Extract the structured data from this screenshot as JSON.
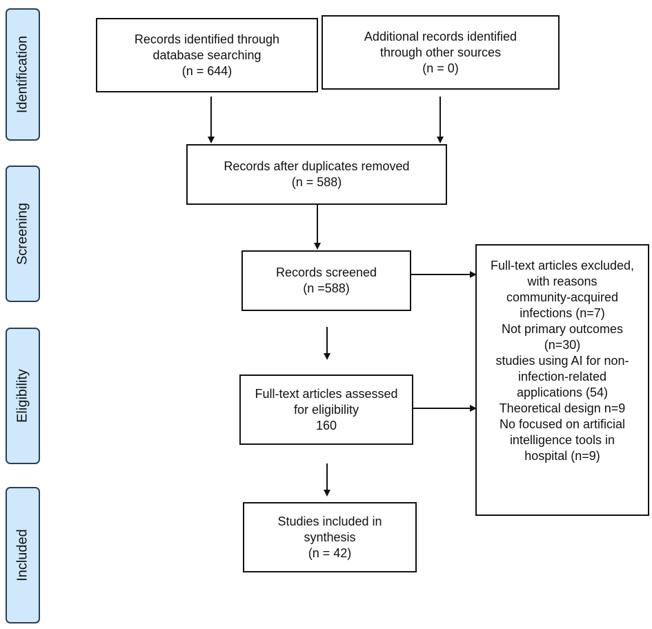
{
  "stages": {
    "identification": "Identification",
    "screening": "Screening",
    "eligibility": "Eligibility",
    "included": "Included"
  },
  "boxes": {
    "database_records": [
      "Records identified through",
      "database searching",
      "(n = 644)"
    ],
    "other_sources": [
      "Additional records identified",
      "through other sources",
      "(n = 0)"
    ],
    "after_duplicates": [
      "Records after duplicates removed",
      "(n = 588)"
    ],
    "screened": [
      "Records screened",
      "(n =588)"
    ],
    "full_text_assessed": [
      "Full-text articles assessed",
      "for eligibility",
      "160"
    ],
    "included": [
      "Studies included in",
      "synthesis",
      "(n = 42)"
    ],
    "excluded": [
      "Full-text articles excluded,",
      "with reasons",
      "community-acquired",
      "infections (n=7)",
      "Not primary outcomes",
      "(n=30)",
      "studies using AI for non-",
      "infection-related",
      "applications (54)",
      "Theoretical design n=9",
      "No focused on artificial",
      "intelligence tools in",
      "hospital (n=9)"
    ]
  }
}
